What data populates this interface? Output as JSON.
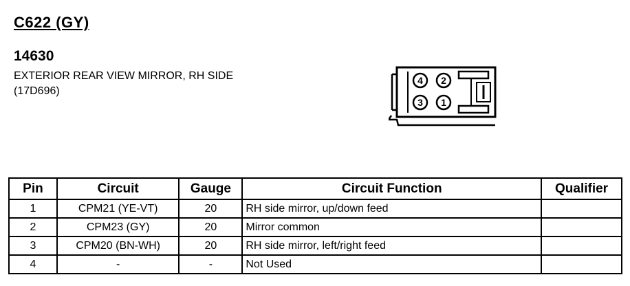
{
  "connector": {
    "id": "C622 (GY)",
    "part_number": "14630",
    "description": "EXTERIOR REAR VIEW MIRROR, RH SIDE (17D696)"
  },
  "diagram": {
    "cavities": [
      "4",
      "2",
      "3",
      "1"
    ]
  },
  "table": {
    "headers": [
      "Pin",
      "Circuit",
      "Gauge",
      "Circuit Function",
      "Qualifier"
    ],
    "rows": [
      {
        "pin": "1",
        "circuit": "CPM21 (YE-VT)",
        "gauge": "20",
        "function": "RH side mirror, up/down feed",
        "qualifier": ""
      },
      {
        "pin": "2",
        "circuit": "CPM23 (GY)",
        "gauge": "20",
        "function": "Mirror common",
        "qualifier": ""
      },
      {
        "pin": "3",
        "circuit": "CPM20 (BN-WH)",
        "gauge": "20",
        "function": "RH side mirror, left/right feed",
        "qualifier": ""
      },
      {
        "pin": "4",
        "circuit": "-",
        "gauge": "-",
        "function": "Not Used",
        "qualifier": ""
      }
    ]
  }
}
